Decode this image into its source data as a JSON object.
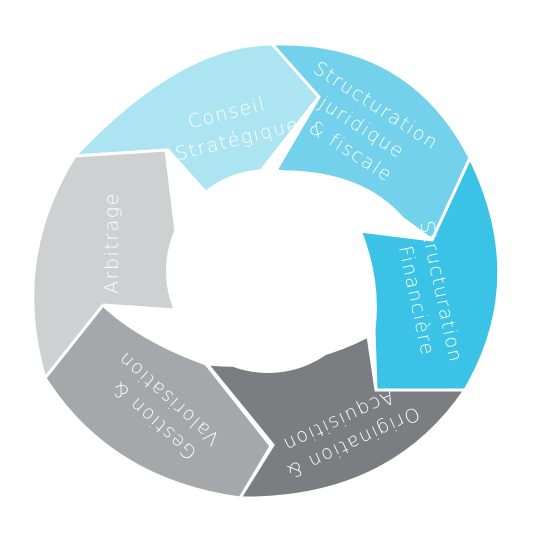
{
  "diagram": {
    "segments": [
      {
        "id": "conseil",
        "lines": [
          "Conseil",
          "Stratégique"
        ],
        "fill": "#ade4f2",
        "text_color": "#5f6a70"
      },
      {
        "id": "structuration-juridique",
        "lines": [
          "Structuration",
          "juridique",
          "& fiscale"
        ],
        "fill": "#74d1ec",
        "text_color": "#ffffff"
      },
      {
        "id": "structuration-financiere",
        "lines": [
          "Structuration",
          "Financière"
        ],
        "fill": "#3ac3e6",
        "text_color": "#ffffff"
      },
      {
        "id": "origination",
        "lines": [
          "Origination &",
          "Acquisition"
        ],
        "fill": "#7c7d80",
        "text_color": "#ffffff"
      },
      {
        "id": "gestion",
        "lines": [
          "Gestion &",
          "Valorisation"
        ],
        "fill": "#a6a7aa",
        "text_color": "#ffffff"
      },
      {
        "id": "arbitrage",
        "lines": [
          "Arbitrage"
        ],
        "fill": "#cfd0d2",
        "text_color": "#8c8d90"
      }
    ]
  }
}
